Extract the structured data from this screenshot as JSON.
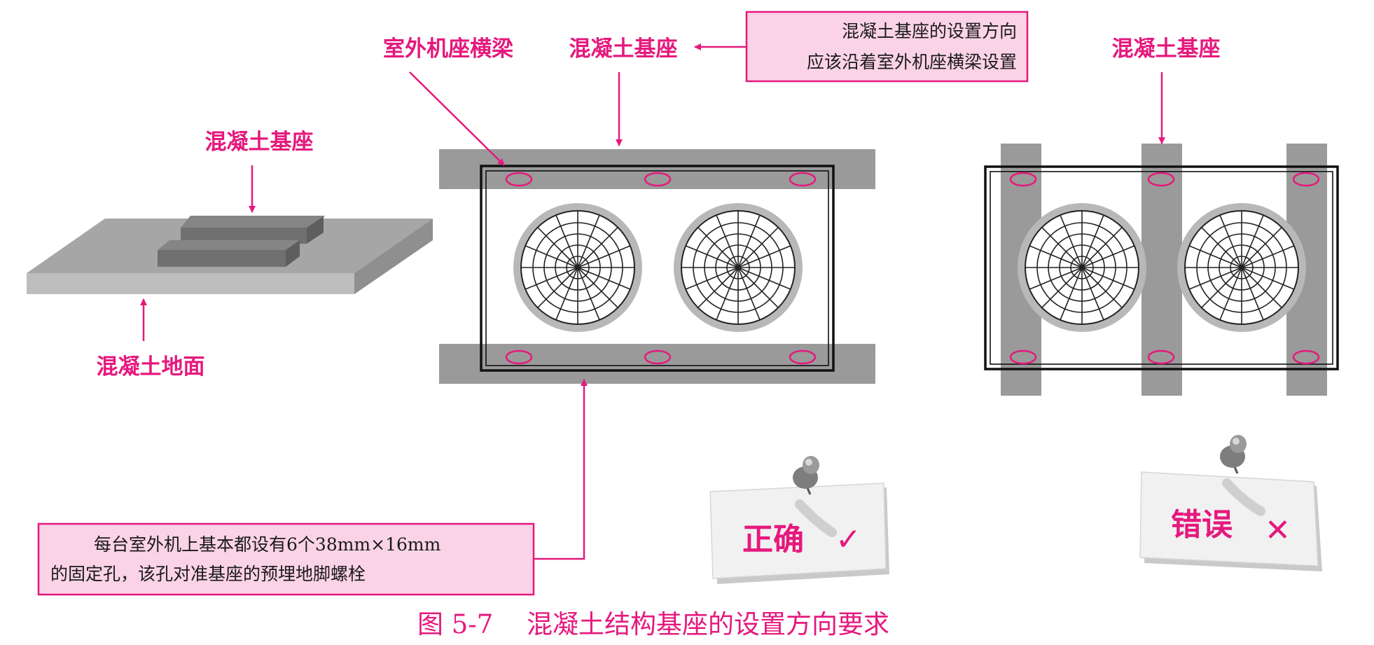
{
  "colors": {
    "magenta": "#e5197d",
    "note_fill": "#fbd3e6",
    "slab_top": "#a6a6a6",
    "slab_front": "#bdbdbd",
    "slab_side": "#8f8f8f",
    "block_dark": "#707070",
    "beam": "#9a9a9a",
    "fan_ring": "#b8b8b8"
  },
  "left_panel": {
    "label_base": "混凝土基座",
    "label_ground": "混凝土地面"
  },
  "middle_panel": {
    "label_beam": "室外机座横梁",
    "label_base": "混凝土基座",
    "note_top": [
      "混凝土基座的设置方向",
      "应该沿着室外机座横梁设置"
    ],
    "note_bottom": [
      "每台室外机上基本都设有6个38mm×16mm",
      "的固定孔，该孔对准基座的预埋地脚螺栓"
    ]
  },
  "right_panel": {
    "label_base": "混凝土基座"
  },
  "tags": {
    "correct": {
      "text": "正确",
      "mark": "✓"
    },
    "wrong": {
      "text": "错误",
      "mark": "✕"
    }
  },
  "icons": [
    "pushpin-icon",
    "checkmark-icon",
    "cross-icon"
  ],
  "caption": {
    "fig": "图 5-7",
    "title": "混凝土结构基座的设置方向要求"
  }
}
